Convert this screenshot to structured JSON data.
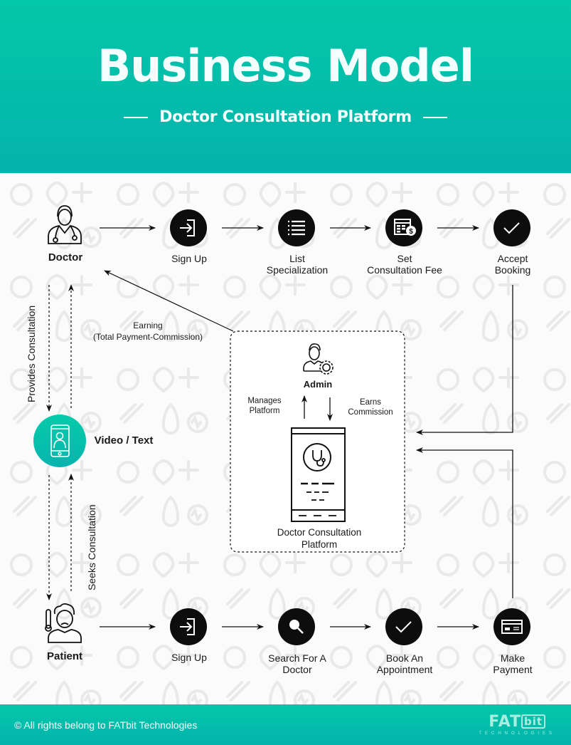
{
  "header": {
    "title": "Business Model",
    "subtitle": "Doctor Consultation Platform"
  },
  "colors": {
    "brand_teal": "#03c8a8",
    "brand_teal_dark": "#05b3ad",
    "step_circle": "#0d0d0d",
    "line": "#111111"
  },
  "doctor_flow": {
    "actor": {
      "label": "Doctor",
      "icon": "doctor-icon"
    },
    "steps": [
      {
        "label_lines": [
          "Sign Up"
        ],
        "icon": "sign-in-icon"
      },
      {
        "label_lines": [
          "List",
          "Specialization"
        ],
        "icon": "list-icon"
      },
      {
        "label_lines": [
          "Set",
          "Consultation Fee"
        ],
        "icon": "fee-table-icon"
      },
      {
        "label_lines": [
          "Accept",
          "Booking"
        ],
        "icon": "checkmark-icon"
      }
    ]
  },
  "patient_flow": {
    "actor": {
      "label": "Patient",
      "icon": "sick-patient-icon"
    },
    "steps": [
      {
        "label_lines": [
          "Sign Up"
        ],
        "icon": "sign-in-icon"
      },
      {
        "label_lines": [
          "Search For A",
          "Doctor"
        ],
        "icon": "search-icon"
      },
      {
        "label_lines": [
          "Book An",
          "Appointment"
        ],
        "icon": "checkmark-icon"
      },
      {
        "label_lines": [
          "Make",
          "Payment"
        ],
        "icon": "credit-card-icon"
      }
    ]
  },
  "channel": {
    "label": "Video / Text",
    "icon": "mobile-video-call-icon",
    "provides_label": "Provides Consultation",
    "seeks_label": "Seeks Consultation"
  },
  "earning": {
    "line1": "Earning",
    "line2": "(Total Payment-Commission)"
  },
  "platform_box": {
    "admin_label": "Admin",
    "manages_lines": [
      "Manages",
      "Platform"
    ],
    "earns_lines": [
      "Earns",
      "Commission"
    ],
    "platform_lines": [
      "Doctor Consultation",
      "Platform"
    ]
  },
  "footer": {
    "copyright": "© All rights belong to FATbit Technologies",
    "logo_main": "FAT",
    "logo_bit": "bit",
    "logo_sub": "TECHNOLOGIES"
  }
}
